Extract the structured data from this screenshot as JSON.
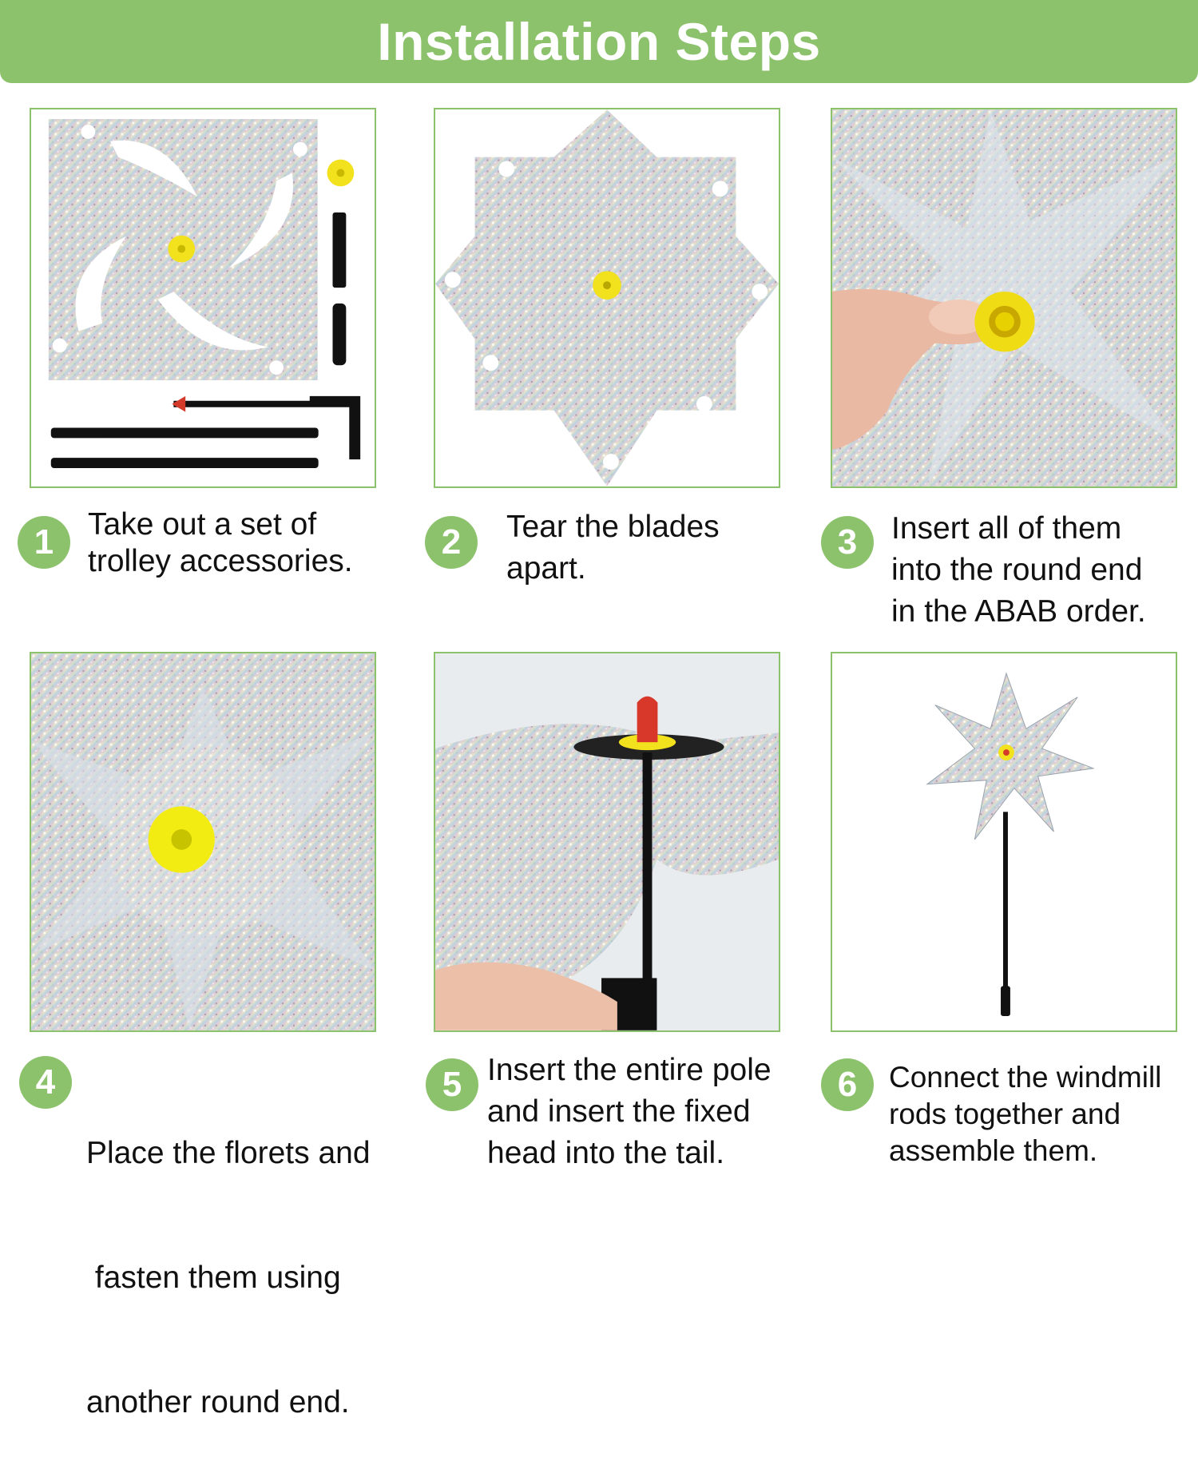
{
  "header": {
    "title": "Installation Steps"
  },
  "colors": {
    "accent": "#8cc26c",
    "text": "#111111"
  },
  "steps": [
    {
      "number": "1",
      "lines": [
        "Take out a set of",
        "trolley accessories."
      ],
      "photo": "accessories-kit-photo"
    },
    {
      "number": "2",
      "lines": [
        "Tear the blades",
        "apart."
      ],
      "photo": "separated-blades-photo"
    },
    {
      "number": "3",
      "lines": [
        "Insert all of them",
        "into the round end",
        "in the ABAB order."
      ],
      "photo": "inserting-round-end-photo"
    },
    {
      "number": "4",
      "lines": [
        "Place the florets and",
        " fasten them using",
        "another round end."
      ],
      "photo": "fastened-florets-photo"
    },
    {
      "number": "5",
      "lines": [
        "Insert the entire pole",
        "and insert the fixed",
        "head into the tail."
      ],
      "photo": "pole-insertion-photo"
    },
    {
      "number": "6",
      "lines": [
        "Connect the windmill",
        "rods together and",
        "assemble them."
      ],
      "photo": "assembled-windmill-photo"
    }
  ]
}
